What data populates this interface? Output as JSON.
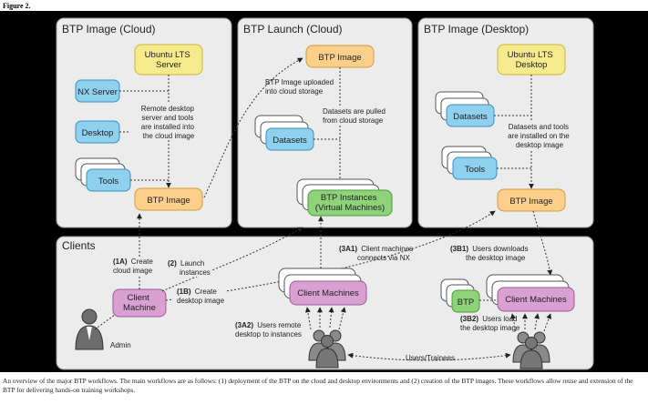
{
  "figure_label": "Figure 2.",
  "panels": {
    "cloud_image": "BTP Image (Cloud)",
    "launch": "BTP Launch (Cloud)",
    "desktop_image": "BTP Image (Desktop)",
    "clients": "Clients"
  },
  "nodes": {
    "ubuntu_server": [
      "Ubuntu LTS",
      "Server"
    ],
    "nx_server": "NX Server",
    "desktop": "Desktop",
    "tools_cloud": "Tools",
    "btp_image_cloud": "BTP Image",
    "btp_image_launch": "BTP Image",
    "datasets_launch": "Datasets",
    "btp_instances": [
      "BTP Instances",
      "(Virtual Machines)"
    ],
    "ubuntu_desktop": [
      "Ubuntu LTS",
      "Desktop"
    ],
    "datasets_desktop": "Datasets",
    "tools_desktop": "Tools",
    "btp_image_desktop": "BTP Image",
    "client_machine": [
      "Client",
      "Machine"
    ],
    "client_machines_cloud": "Client Machines",
    "btp_small": "BTP",
    "client_machines_desktop": "Client Machines",
    "admin": "Admin",
    "users_trainees": "Users/Trainees"
  },
  "annotations": {
    "remote_desktop": [
      "Remote desktop",
      "server and tools",
      "are installed into",
      "the cloud image"
    ],
    "uploaded": [
      "BTP Image uploaded",
      "into cloud storage"
    ],
    "datasets_pulled": [
      "Datasets are pulled",
      "from cloud storage"
    ],
    "datasets_tools_desktop": [
      "Datasets and tools",
      "are installed on the",
      "desktop image"
    ],
    "step_1a": {
      "num": "(1A)",
      "lines": [
        "Create",
        "cloud image"
      ]
    },
    "step_2": {
      "num": "(2)",
      "lines": [
        "Launch",
        "instances"
      ]
    },
    "step_1b": {
      "num": "(1B)",
      "lines": [
        "Create",
        "desktop image"
      ]
    },
    "step_3a1": {
      "num": "(3A1)",
      "lines": [
        "Client machines",
        "connects via NX"
      ]
    },
    "step_3a2": {
      "num": "(3A2)",
      "lines": [
        "Users remote",
        "desktop to instances"
      ]
    },
    "step_3b1": {
      "num": "(3B1)",
      "lines": [
        "Users downloads",
        "the desktop image"
      ]
    },
    "step_3b2": {
      "num": "(3B2)",
      "lines": [
        "Users load",
        "the desktop image"
      ]
    }
  },
  "caption": "An overview of the major BTP workflows. The main workflows are as follows: (1) deployment of the BTP on the cloud and desktop environments and (2) creation of the BTP images. These workflows allow reuse and extension of the BTP for delivering hands-on training workshops.",
  "colors": {
    "yellow": "#f7ea8c",
    "yellow_stroke": "#c9b63a",
    "orange": "#fcd08a",
    "orange_stroke": "#d59a3a",
    "blue": "#8fd0ef",
    "blue_stroke": "#3c8fbf",
    "green": "#8ed27a",
    "green_stroke": "#4c9a3a",
    "pink": "#d9a0d2",
    "pink_stroke": "#9a5a94",
    "panel": "#ececec",
    "figure_bg": "#000000"
  }
}
